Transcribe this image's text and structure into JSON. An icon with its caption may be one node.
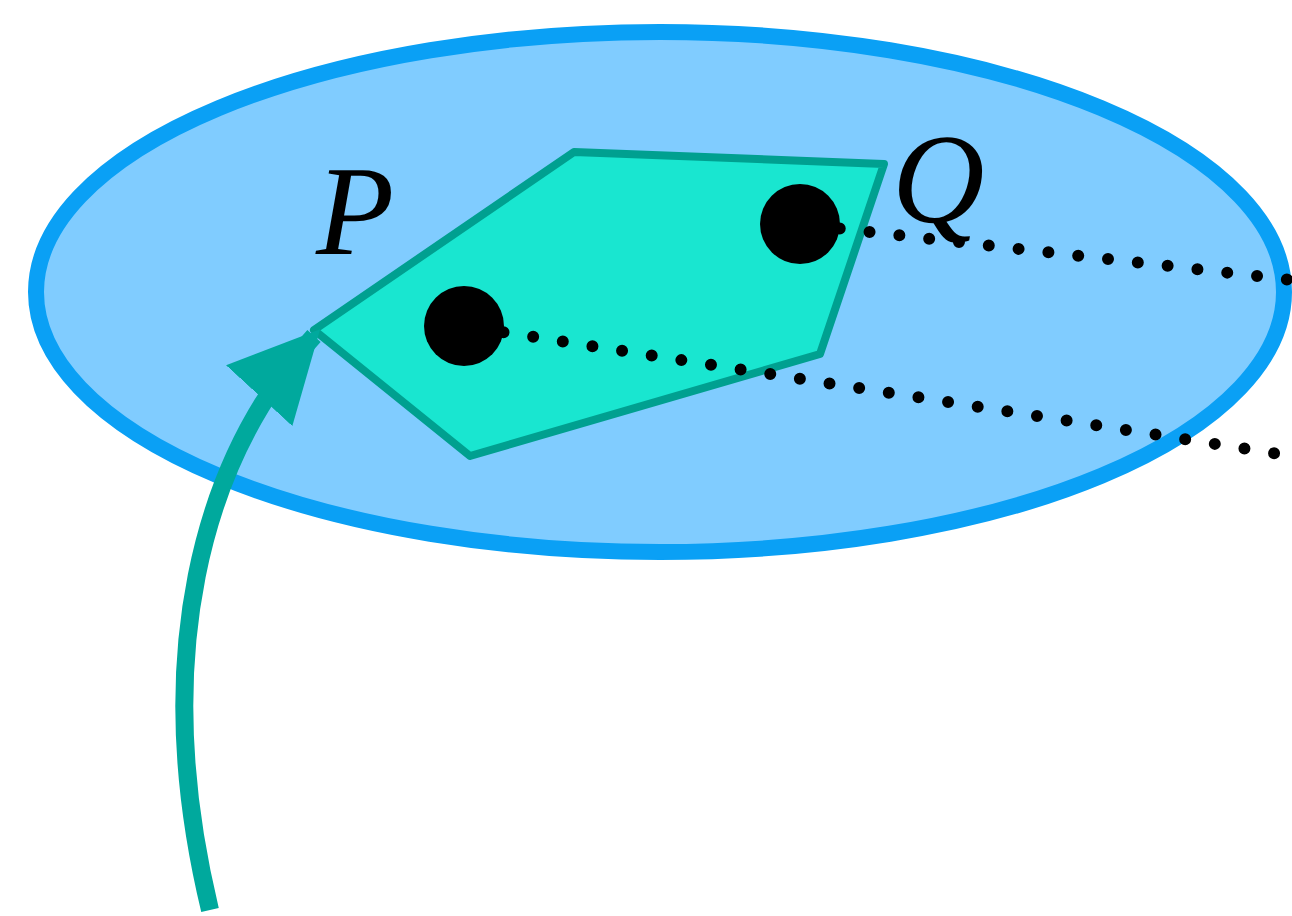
{
  "diagram": {
    "nodes": [
      {
        "text": [],
        "shape": "ellipse"
      },
      {
        "text": [],
        "shape": "pentagon",
        "in": 0
      },
      {
        "text": [],
        "shape": "circle",
        "in": 1
      },
      {
        "text": [],
        "shape": "circle",
        "in": 1
      }
    ],
    "edges": [
      {
        "from": null,
        "to": 1,
        "arrow": "to",
        "color": "#00a99d"
      },
      {
        "from": 2,
        "to": null,
        "arrow": "none",
        "style": "dashed"
      },
      {
        "from": 3,
        "to": null,
        "arrow": "none",
        "style": "dashed"
      }
    ],
    "labels": [
      "P",
      "Q"
    ]
  }
}
